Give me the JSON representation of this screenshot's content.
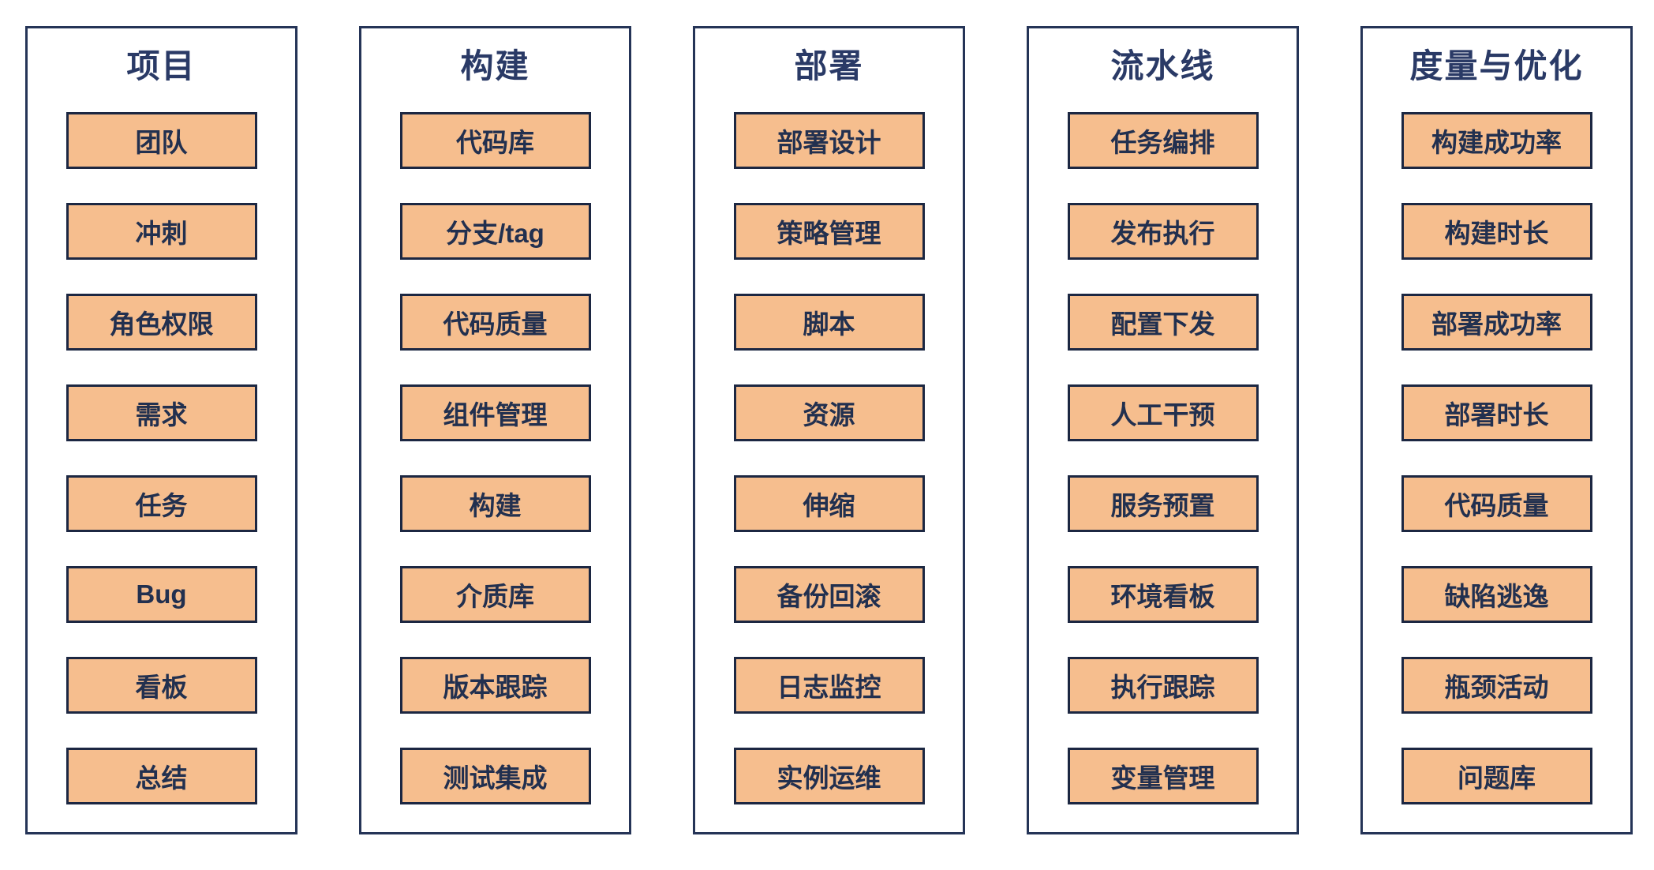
{
  "diagram": {
    "columns": [
      {
        "title": "项目",
        "items": [
          "团队",
          "冲刺",
          "角色权限",
          "需求",
          "任务",
          "Bug",
          "看板",
          "总结"
        ]
      },
      {
        "title": "构建",
        "items": [
          "代码库",
          "分支/tag",
          "代码质量",
          "组件管理",
          "构建",
          "介质库",
          "版本跟踪",
          "测试集成"
        ]
      },
      {
        "title": "部署",
        "items": [
          "部署设计",
          "策略管理",
          "脚本",
          "资源",
          "伸缩",
          "备份回滚",
          "日志监控",
          "实例运维"
        ]
      },
      {
        "title": "流水线",
        "items": [
          "任务编排",
          "发布执行",
          "配置下发",
          "人工干预",
          "服务预置",
          "环境看板",
          "执行跟踪",
          "变量管理"
        ]
      },
      {
        "title": "度量与优化",
        "items": [
          "构建成功率",
          "构建时长",
          "部署成功率",
          "部署时长",
          "代码质量",
          "缺陷逃逸",
          "瓶颈活动",
          "问题库"
        ]
      }
    ],
    "colors": {
      "box_fill": "#F6BE8E",
      "box_border": "#1C2742",
      "panel_border": "#253457",
      "title_text": "#2A3A66",
      "item_text": "#22304F",
      "background": "#FFFFFF"
    }
  }
}
